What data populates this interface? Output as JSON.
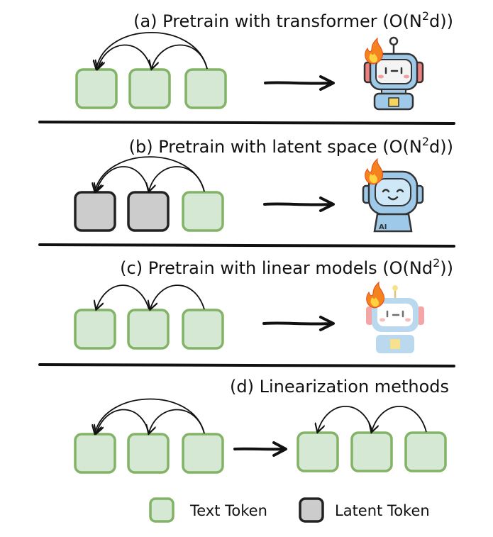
{
  "panels": [
    {
      "title": "(a) Pretrain with transformer (O(N",
      "sup": "2",
      "tail": "d))"
    },
    {
      "title": "(b) Pretrain with latent space (O(N",
      "sup": "2",
      "tail": "d))"
    },
    {
      "title": "(c) Pretrain with linear models (O(Nd",
      "sup": "2",
      "tail": "))"
    },
    {
      "title": "(d) Linearization methods",
      "sup": "",
      "tail": ""
    }
  ],
  "legend": {
    "text_token": "Text Token",
    "latent_token": "Latent Token"
  },
  "colors": {
    "text_fill": "#d5e8d4",
    "text_stroke": "#82b366",
    "latent_fill": "#cccccc",
    "latent_stroke": "#222222",
    "robot_body": "#9ec9e8",
    "flame": "#f5811f"
  },
  "icons": [
    "robot-icon",
    "fire-icon"
  ]
}
